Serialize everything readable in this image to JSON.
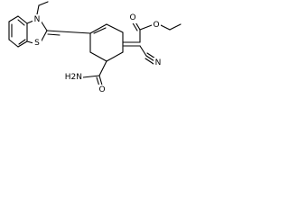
{
  "molecule": {
    "atoms": {
      "n_ring": "N",
      "s_ring": "S",
      "o_carbonyl": "O",
      "o_ester": "O",
      "nh2": "H2N",
      "o_amide": "O",
      "n_nitrile": "N"
    }
  }
}
